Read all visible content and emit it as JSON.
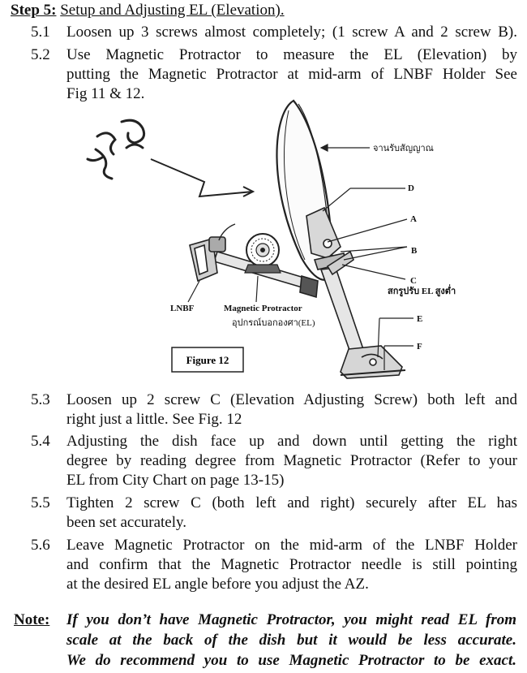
{
  "heading": {
    "step_label": "Step 5:",
    "title": "Setup and Adjusting EL (Elevation)."
  },
  "steps_top": [
    {
      "num": "5.1",
      "lines": [
        "Loosen up 3 screws almost completely; (1 screw A and 2 screw B)."
      ]
    },
    {
      "num": "5.2",
      "lines": [
        "Use Magnetic Protractor to measure the EL (Elevation) by",
        "putting the Magnetic Protractor at mid-arm of LNBF Holder See",
        "Fig 11 & 12."
      ]
    }
  ],
  "figure": {
    "caption": "Figure 12",
    "labels": {
      "dish_thai": "จานรับสัญญาณ",
      "d": "D",
      "a": "A",
      "b": "B",
      "c": "C",
      "screw_thai": "สกรูปรับ EL สูงต่ำ",
      "e": "E",
      "f": "F",
      "lnbf": "LNBF",
      "protractor": "Magnetic Protractor",
      "protractor_thai": "อุปกรณ์บอกองศา(EL)"
    }
  },
  "steps_bottom": [
    {
      "num": "5.3",
      "lines": [
        "Loosen up 2 screw C (Elevation Adjusting Screw) both left and",
        "right just a little. See Fig. 12"
      ]
    },
    {
      "num": "5.4",
      "lines": [
        "Adjusting the dish face up and down until getting the right",
        "degree by reading degree from Magnetic Protractor (Refer to your",
        "EL from City Chart on page 13-15)"
      ]
    },
    {
      "num": "5.5",
      "lines": [
        "Tighten 2 screw C (both left and right) securely after EL has",
        "been set accurately."
      ]
    },
    {
      "num": "5.6",
      "lines": [
        "Leave Magnetic Protractor on the mid-arm of the LNBF Holder",
        "and confirm that the Magnetic Protractor needle is still pointing",
        "at the desired EL angle before you adjust the AZ."
      ]
    }
  ],
  "note": {
    "label": "Note:",
    "lines": [
      "If you don’t have Magnetic Protractor, you might read EL from",
      "scale at the back of the dish but it would be less accurate.",
      "We do recommend you to use Magnetic Protractor to be exact."
    ]
  }
}
